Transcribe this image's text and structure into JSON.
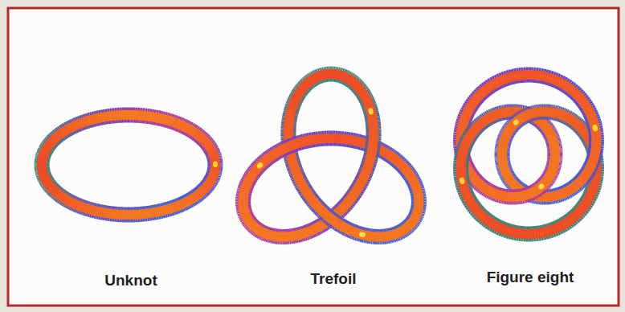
{
  "diagram": {
    "labels": [
      "Unknot",
      "Trefoil",
      "Figure eight"
    ]
  }
}
